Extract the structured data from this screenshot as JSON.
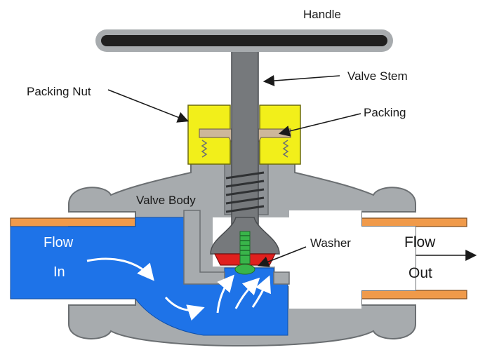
{
  "labels": {
    "handle": "Handle",
    "valve_stem": "Valve Stem",
    "packing_nut": "Packing Nut",
    "packing": "Packing",
    "valve_body": "Valve Body",
    "washer": "Washer",
    "flow_in_line1": "Flow",
    "flow_in_line2": "In",
    "flow_out_line1": "Flow",
    "flow_out_line2": "Out"
  },
  "colors": {
    "body": "#a7abae",
    "body_outline": "#6b6f72",
    "cavity": "#ffffff",
    "water": "#1e73e8",
    "pipe": "#f09a4a",
    "packing_nut": "#f2ef1a",
    "packing": "#cdb79a",
    "stem": "#76797c",
    "handle": "#1f1f1f",
    "washer": "#e0201e",
    "screw": "#39b54a",
    "arrow": "#1a1a1a"
  }
}
